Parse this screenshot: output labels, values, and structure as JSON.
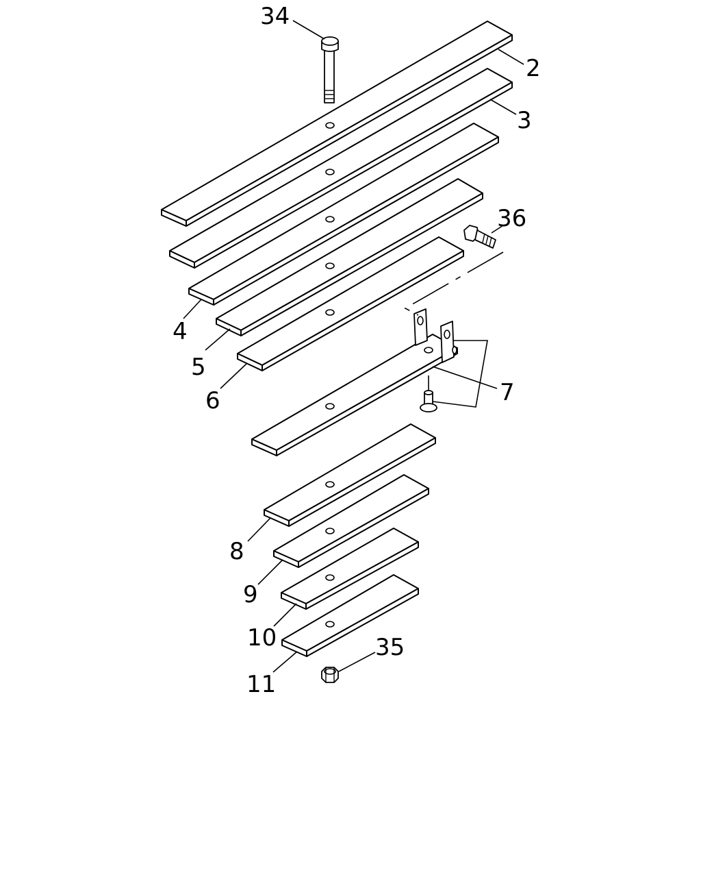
{
  "callouts": {
    "c34": "34",
    "c2": "2",
    "c3": "3",
    "c36": "36",
    "c4": "4",
    "c5": "5",
    "c6": "6",
    "c7": "7",
    "c8": "8",
    "c9": "9",
    "c10": "10",
    "c11": "11",
    "c35": "35"
  },
  "parts": {
    "bolt_center": "center-bolt-icon",
    "bolt_side": "hex-bolt-icon",
    "rivet": "rivet-icon",
    "nut": "hex-nut-icon",
    "clip": "leaf-clip-icon"
  }
}
